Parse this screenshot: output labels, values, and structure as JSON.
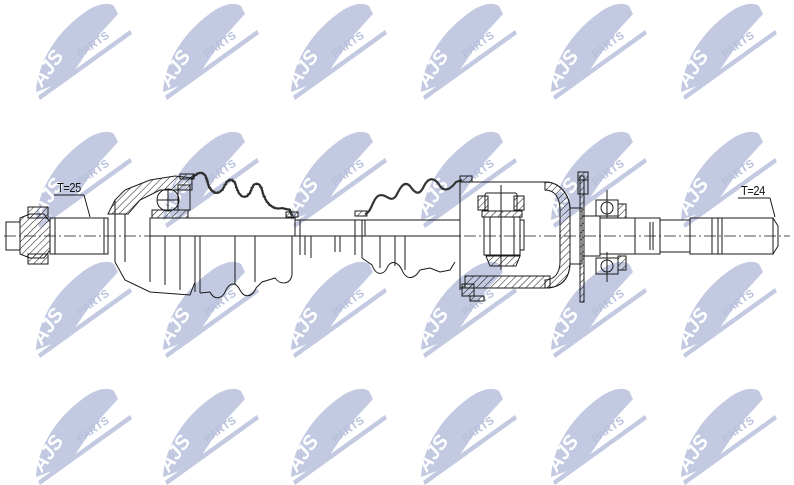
{
  "drawing": {
    "subject": "CV drive shaft (axle) technical cross-section drawing",
    "labels": {
      "left_spline": "T=25",
      "right_spline": "T=24"
    },
    "colors": {
      "line": "#1a1a1a",
      "hatch": "#333333",
      "watermark": "#b8c0dc",
      "background": "#ffffff"
    }
  },
  "watermark": {
    "brand": "AJS",
    "suffix": "PARTS",
    "columns_x": [
      28,
      155,
      283,
      413,
      543,
      673
    ],
    "rows_y": [
      0,
      128,
      258,
      385
    ]
  }
}
